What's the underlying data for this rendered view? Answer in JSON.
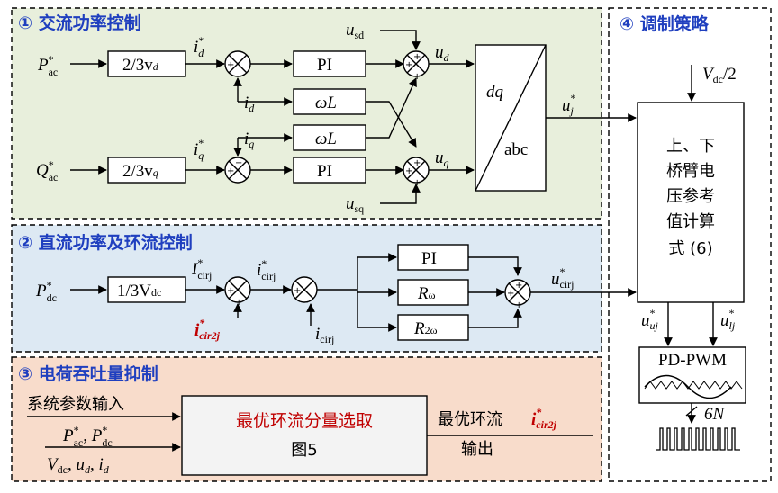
{
  "sections": {
    "ac": {
      "title": "① 交流功率控制",
      "bg": "#e8efdc"
    },
    "dc": {
      "title": "② 直流功率及环流控制",
      "bg": "#dde9f3"
    },
    "charge": {
      "title": "③ 电荷吞吐量抑制",
      "bg": "#f8dccb"
    },
    "mod": {
      "title": "④ 调制策略"
    }
  },
  "ac_blocks": {
    "gain_d": "2/3v",
    "gain_q": "2/3v",
    "pi_d": "PI",
    "pi_q": "PI",
    "wl_top": "ωL",
    "wl_bot": "ωL",
    "dqabc_top": "dq",
    "dqabc_bot": "abc"
  },
  "dc_blocks": {
    "gain": "1/3V",
    "pi": "PI",
    "r1": "R",
    "r2": "R"
  },
  "mod_blocks": {
    "calc_lines": [
      "上、下",
      "桥臂电",
      "压参考",
      "值计算",
      "式 (6)"
    ],
    "pwm": "PD-PWM",
    "pulses": "6N",
    "vdc2": "V",
    "vdc2_sub": "dc",
    "vdc2_tail": "/2"
  },
  "charge_block": {
    "inputs": [
      "系统参数输入"
    ],
    "box_line1": "最优环流分量选取",
    "box_line2": "图5",
    "output_line1": "最优环流",
    "output_line2": "输出"
  },
  "signals": {
    "P": "P",
    "Q": "Q",
    "i": "i",
    "u": "u",
    "I": "I"
  },
  "colors": {
    "title": "#1f3fbf",
    "red": "#c00000"
  }
}
